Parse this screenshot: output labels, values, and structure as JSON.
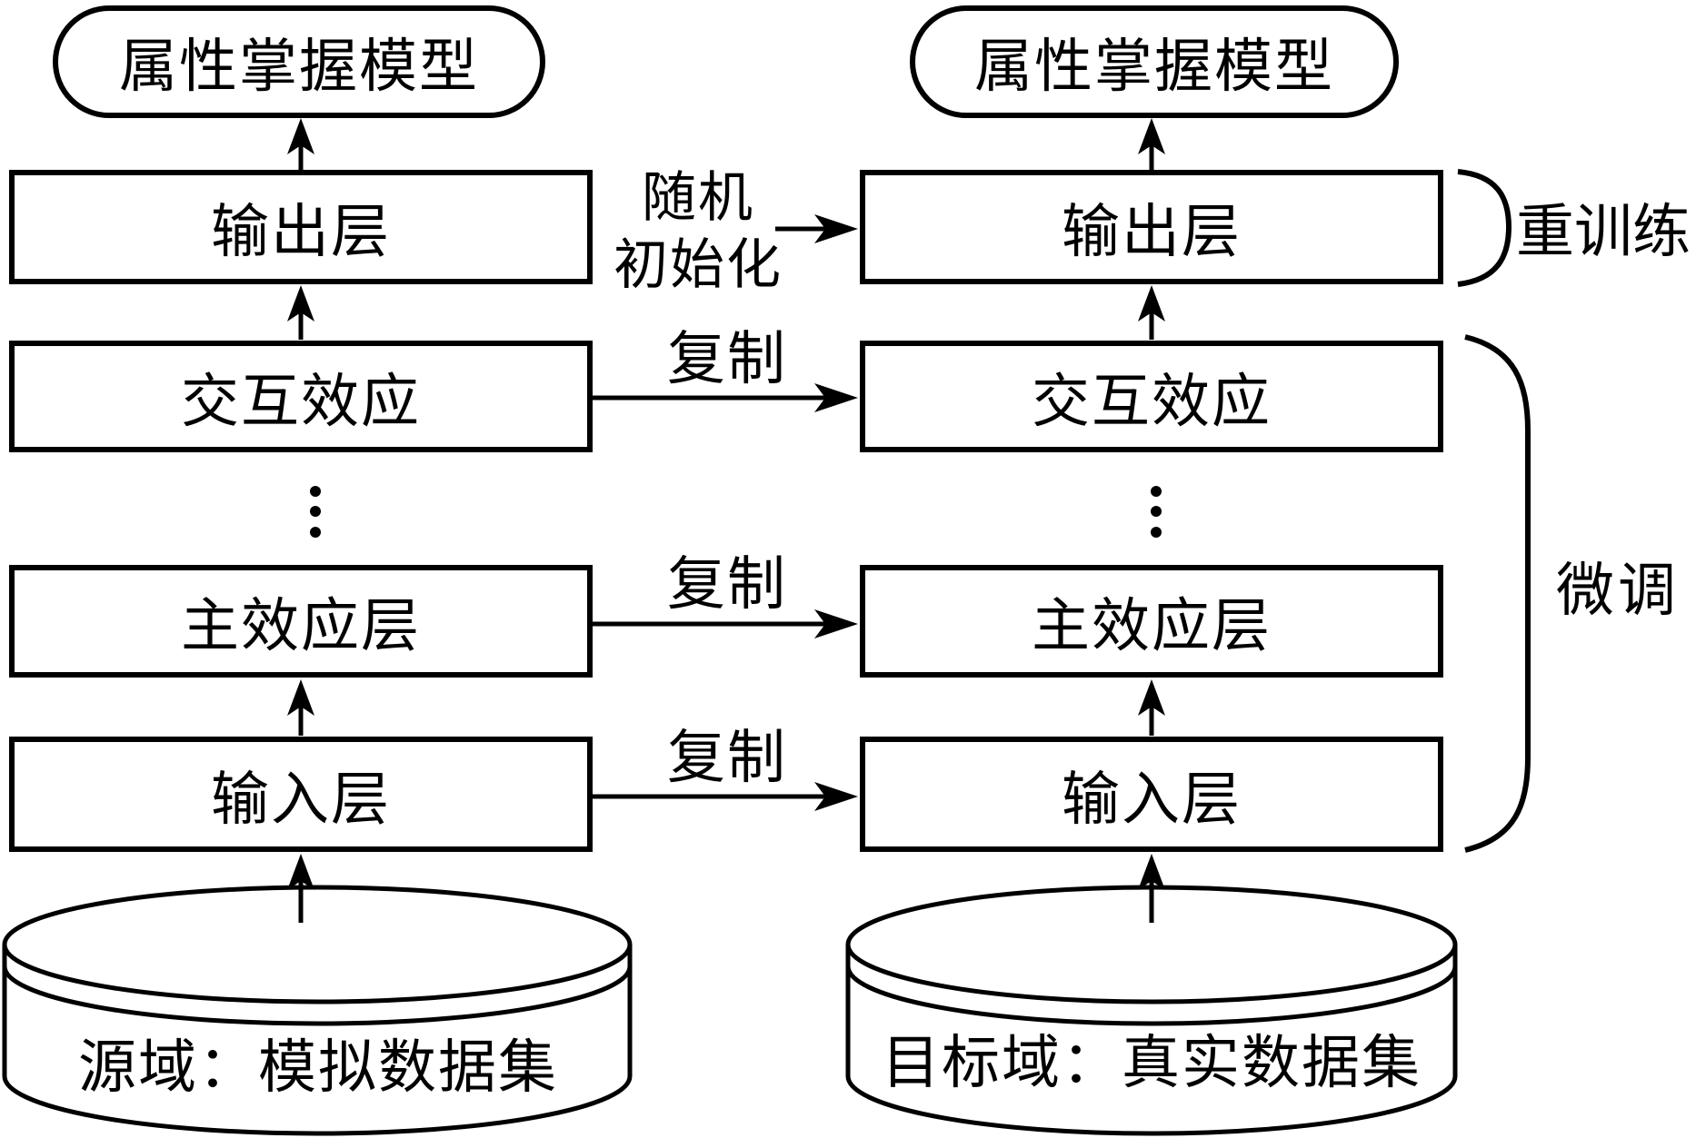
{
  "figure": {
    "background": "#ffffff",
    "ink": "#000000"
  },
  "left_column": {
    "model": "属性掌握模型",
    "output_layer": "输出层",
    "interaction_layer": "交互效应",
    "main_effect_layer": "主效应层",
    "input_layer": "输入层",
    "dataset": "源域：模拟数据集"
  },
  "right_column": {
    "model": "属性掌握模型",
    "output_layer": "输出层",
    "interaction_layer": "交互效应",
    "main_effect_layer": "主效应层",
    "input_layer": "输入层",
    "dataset": "目标域：真实数据集"
  },
  "transfer_labels": {
    "random_init_line1": "随机",
    "random_init_line2": "初始化",
    "copy": "复制"
  },
  "annotations": {
    "retrain": "重训练",
    "finetune": "微调"
  },
  "icons": {
    "up_arrow": "up-arrow",
    "right_arrow": "right-arrow",
    "vertical_ellipsis": "vertical-ellipsis",
    "database_cylinder": "database-cylinder",
    "bracket": "square-bracket",
    "brace": "round-brace"
  }
}
